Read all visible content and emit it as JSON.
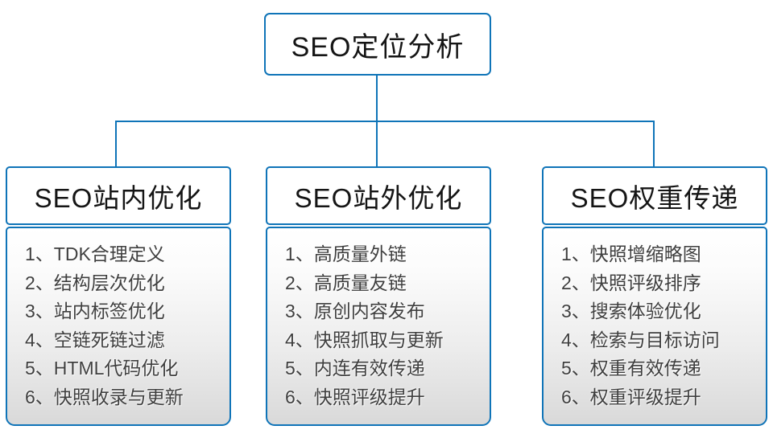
{
  "diagram": {
    "root_label": "SEO定位分析",
    "columns": [
      {
        "title": "SEO站内优化",
        "items": [
          "1、TDK合理定义",
          "2、结构层次优化",
          "3、站内标签优化",
          "4、空链死链过滤",
          "5、HTML代码优化",
          "6、快照收录与更新"
        ]
      },
      {
        "title": "SEO站外优化",
        "items": [
          "1、高质量外链",
          "2、高质量友链",
          "3、原创内容发布",
          "4、快照抓取与更新",
          "5、内连有效传递",
          "6、快照评级提升"
        ]
      },
      {
        "title": "SEO权重传递",
        "items": [
          "1、快照增缩略图",
          "2、快照评级排序",
          "3、搜索体验优化",
          "4、检索与目标访问",
          "5、权重有效传递",
          "6、权重评级提升"
        ]
      }
    ],
    "colors": {
      "line_blue": "#0f74b8",
      "panel_gradient_top": "#ffffff",
      "panel_gradient_bottom": "#d9d9d9",
      "item_text": "#3f3f3f"
    }
  }
}
